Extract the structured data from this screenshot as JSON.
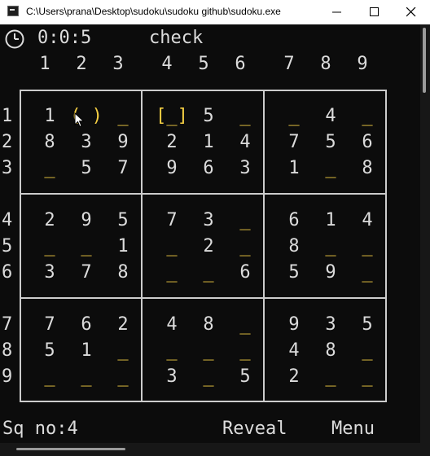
{
  "window": {
    "title": "C:\\Users\\prana\\Desktop\\sudoku\\sudoku github\\sudoku.exe"
  },
  "header": {
    "timer": "0:0:5",
    "check_label": "check"
  },
  "columns": [
    "1",
    "2",
    "3",
    "4",
    "5",
    "6",
    "7",
    "8",
    "9"
  ],
  "rows": [
    "1",
    "2",
    "3",
    "4",
    "5",
    "6",
    "7",
    "8",
    "9"
  ],
  "grid": [
    [
      "1",
      "( )",
      "_",
      "[_]",
      "5",
      "_",
      "_",
      "4",
      "_"
    ],
    [
      "8",
      "3",
      "9",
      "2",
      "1",
      "4",
      "7",
      "5",
      "6"
    ],
    [
      "_",
      "5",
      "7",
      "9",
      "6",
      "3",
      "1",
      "_",
      "8"
    ],
    [
      "2",
      "9",
      "5",
      "7",
      "3",
      "_",
      "6",
      "1",
      "4"
    ],
    [
      "_",
      "_",
      "1",
      "_",
      "2",
      "_",
      "8",
      "_",
      "_"
    ],
    [
      "3",
      "7",
      "8",
      "_",
      "_",
      "6",
      "5",
      "9",
      "_"
    ],
    [
      "7",
      "6",
      "2",
      "4",
      "8",
      "_",
      "9",
      "3",
      "5"
    ],
    [
      "5",
      "1",
      "_",
      "_",
      "_",
      "_",
      "4",
      "8",
      "_"
    ],
    [
      "_",
      "_",
      "_",
      "3",
      "_",
      "5",
      "2",
      "_",
      "_"
    ]
  ],
  "footer": {
    "square": "Sq no:4",
    "reveal_label": "Reveal",
    "menu_label": "Menu"
  },
  "colors": {
    "text": "#dcdcdc",
    "highlight": "#f5cf43",
    "background": "#0c0c0c",
    "grid": "#cccccc"
  }
}
